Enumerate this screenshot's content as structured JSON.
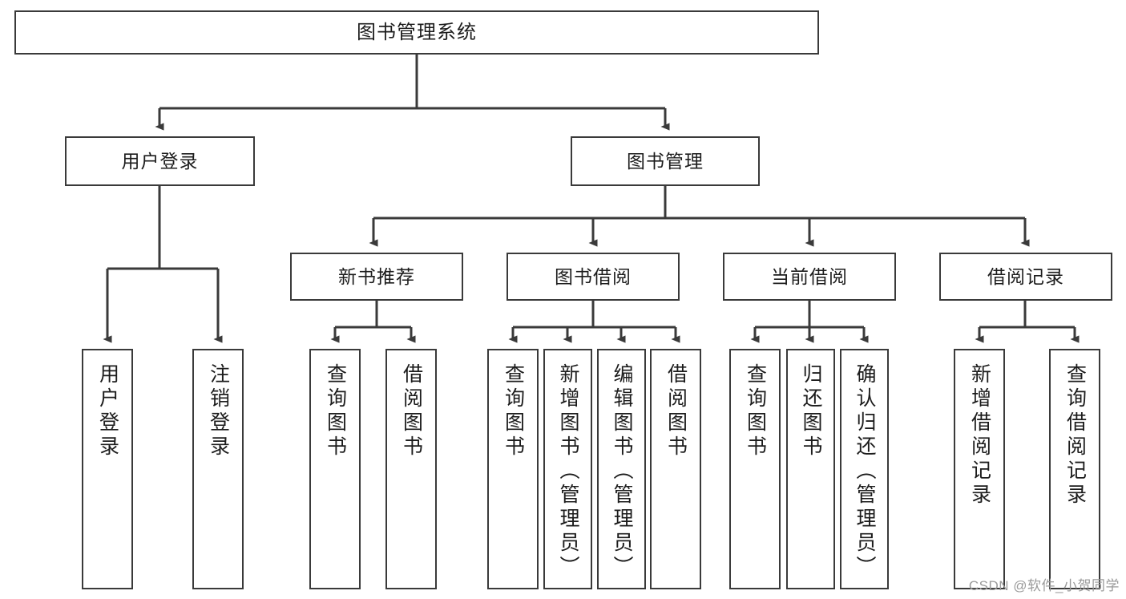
{
  "diagram": {
    "title": "图书管理系统",
    "type": "tree",
    "watermark": "CSDN @软件_小贺同学",
    "colors": {
      "border": "#3a3a3a",
      "fill": "#ffffff",
      "text": "#1c1c1c",
      "connector": "#3a3a3a",
      "watermark": "#9a9a9a"
    },
    "nodes": {
      "root": {
        "label": "图书管理系统",
        "orientation": "horizontal"
      },
      "level2": [
        {
          "label": "用户登录",
          "orientation": "horizontal"
        },
        {
          "label": "图书管理",
          "orientation": "horizontal"
        }
      ],
      "level3": [
        {
          "label": "新书推荐",
          "orientation": "horizontal"
        },
        {
          "label": "图书借阅",
          "orientation": "horizontal"
        },
        {
          "label": "当前借阅",
          "orientation": "horizontal"
        },
        {
          "label": "借阅记录",
          "orientation": "horizontal"
        }
      ],
      "leaves_user_login": [
        {
          "label": "用户登录",
          "orientation": "vertical"
        },
        {
          "label": "注销登录",
          "orientation": "vertical"
        }
      ],
      "leaves_new_book": [
        {
          "label": "查询图书",
          "orientation": "vertical"
        },
        {
          "label": "借阅图书",
          "orientation": "vertical"
        }
      ],
      "leaves_borrow": [
        {
          "label": "查询图书",
          "orientation": "vertical"
        },
        {
          "label": "新增图书（管理员）",
          "orientation": "vertical"
        },
        {
          "label": "编辑图书（管理员）",
          "orientation": "vertical"
        },
        {
          "label": "借阅图书",
          "orientation": "vertical"
        }
      ],
      "leaves_current": [
        {
          "label": "查询图书",
          "orientation": "vertical"
        },
        {
          "label": "归还图书",
          "orientation": "vertical"
        },
        {
          "label": "确认归还（管理员）",
          "orientation": "vertical"
        }
      ],
      "leaves_records": [
        {
          "label": "新增借阅记录",
          "orientation": "vertical"
        },
        {
          "label": "查询借阅记录",
          "orientation": "vertical"
        }
      ]
    }
  }
}
